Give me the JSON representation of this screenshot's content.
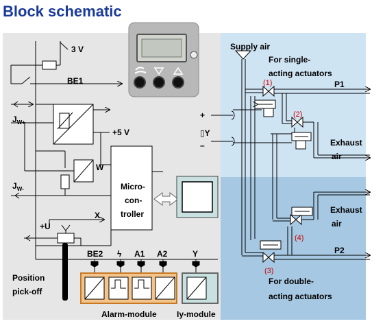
{
  "title": "Block schematic",
  "colors": {
    "title": "#1a3a9a",
    "electronics_bg": "#e6e6e6",
    "pneumatic_upper_bg": "#cfe4f3",
    "pneumatic_lower_bg": "#a6c8e2",
    "module_fill": "#f4c48a",
    "module_border": "#c77a26",
    "ly_module_fill": "#c8e0e0",
    "display_panel": "#b8b8b8",
    "microcontroller_fill": "#ffffff",
    "valve_number": "#cc0000"
  },
  "electronics": {
    "voltage_3v": "3 V",
    "be1": "BE1",
    "jw_plus": "J",
    "jw_plus_sub": "W+",
    "voltage_5v": "+5 V",
    "w_label": "W",
    "jw_minus": "J",
    "jw_minus_sub": "W-",
    "x_label": "X",
    "plus_u": "+U",
    "microcontroller": [
      "Micro-",
      "con-",
      "troller"
    ],
    "position_pickoff": [
      "Position",
      "pick-off"
    ],
    "terminals": [
      "BE2",
      "ϟ",
      "A1",
      "A2",
      "Y"
    ],
    "alarm_module": "Alarm-module",
    "ly_module": "Iy-module"
  },
  "pneumatics": {
    "supply_air": "Supply air",
    "single_acting": [
      "For single-",
      "acting actuators"
    ],
    "double_acting": [
      "For double-",
      "acting actuators"
    ],
    "p1": "P1",
    "p2": "P2",
    "exhaust_air_1": [
      "Exhaust",
      "air"
    ],
    "exhaust_air_2": [
      "Exhaust",
      "air"
    ],
    "plus": "+",
    "minus": "–",
    "y_label": "Y",
    "valves": [
      "(1)",
      "(2)",
      "(3)",
      "(4)"
    ]
  }
}
